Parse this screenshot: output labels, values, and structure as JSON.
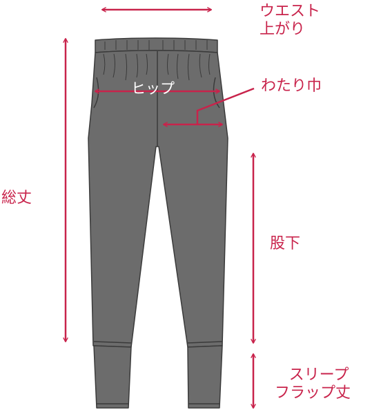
{
  "colors": {
    "accent": "#c8234b",
    "pants": "#6c6c6c",
    "pants_outline": "#3a3a3a",
    "hip_label": "#ffffff"
  },
  "labels": {
    "waist": [
      "ウエスト",
      "上がり"
    ],
    "hip": "ヒップ",
    "thigh": "わたり巾",
    "total_length": "総丈",
    "inseam": "股下",
    "sleeve_flap": [
      "スリープ",
      "フラップ丈"
    ]
  }
}
